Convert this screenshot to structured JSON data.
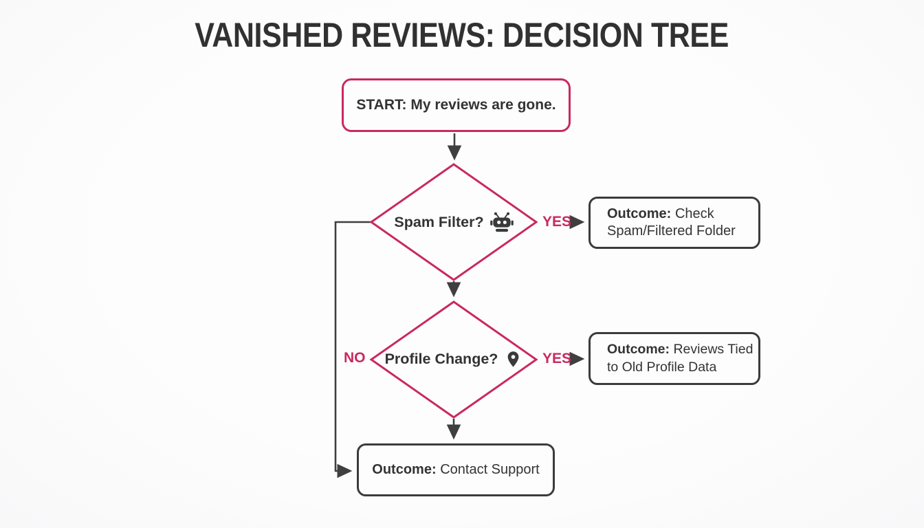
{
  "title": "VANISHED REVIEWS: DECISION TREE",
  "colors": {
    "accent_pink": "#c9295f",
    "line_dark": "#3f3f3f",
    "text_dark": "#333333"
  },
  "flow": {
    "start": {
      "label": "START: My reviews are gone."
    },
    "decision1": {
      "label": "Spam Filter?",
      "icon": "robot-icon",
      "yes": "YES"
    },
    "decision2": {
      "label": "Profile Change?",
      "icon": "location-pin-icon",
      "yes": "YES",
      "no": "NO"
    },
    "outcome1": {
      "prefix": "Outcome:",
      "text": "Check Spam/Filtered Folder"
    },
    "outcome2": {
      "prefix": "Outcome:",
      "text": "Reviews Tied to Old Profile Data"
    },
    "outcome3": {
      "prefix": "Outcome:",
      "text": "Contact Support"
    }
  }
}
